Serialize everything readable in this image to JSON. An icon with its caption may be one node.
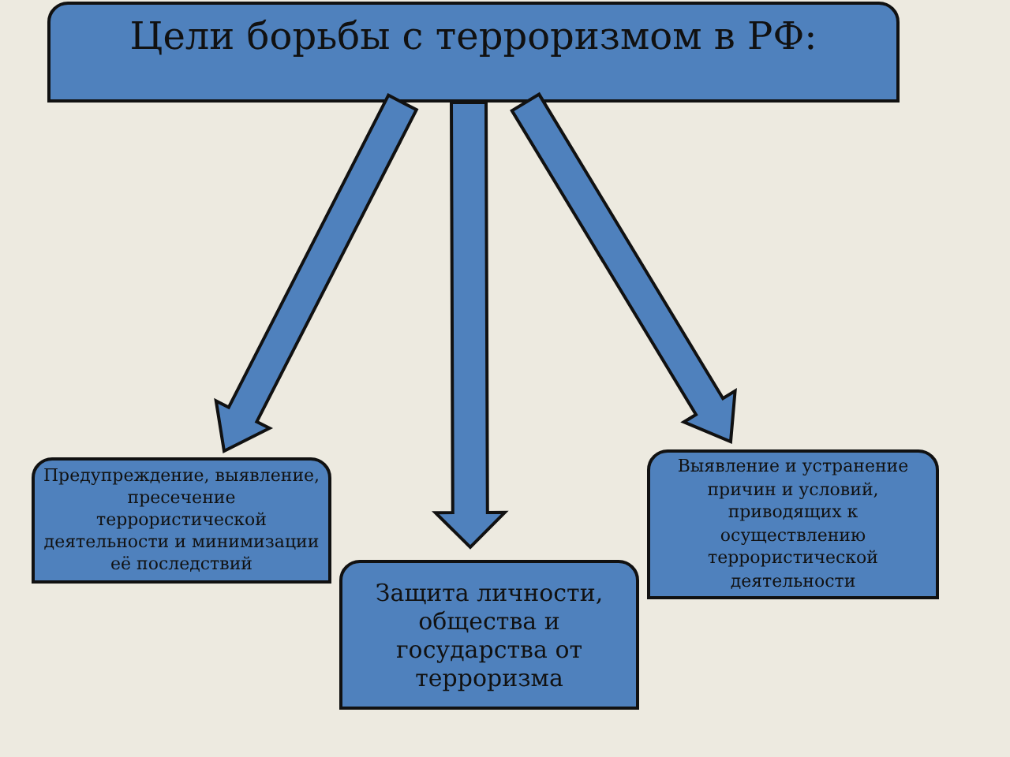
{
  "diagram": {
    "nodes": [
      {
        "text": [
          "Цели борьбы с терроризмом в РФ:"
        ]
      },
      {
        "text": [
          "Предупреждение, выявление, пресечение террористической деятельности и минимизации её последствий"
        ]
      },
      {
        "text": [
          "Выявление и устранение причин и условий, приводящих к осуществлению террористической деятельности"
        ]
      },
      {
        "text": [
          "Защита личности, общества и государства от терроризма"
        ]
      }
    ],
    "edges": [
      {
        "from": 0,
        "to": 1,
        "arrow": "to"
      },
      {
        "from": 0,
        "to": 2,
        "arrow": "to"
      },
      {
        "from": 0,
        "to": 3,
        "arrow": "to"
      }
    ]
  }
}
